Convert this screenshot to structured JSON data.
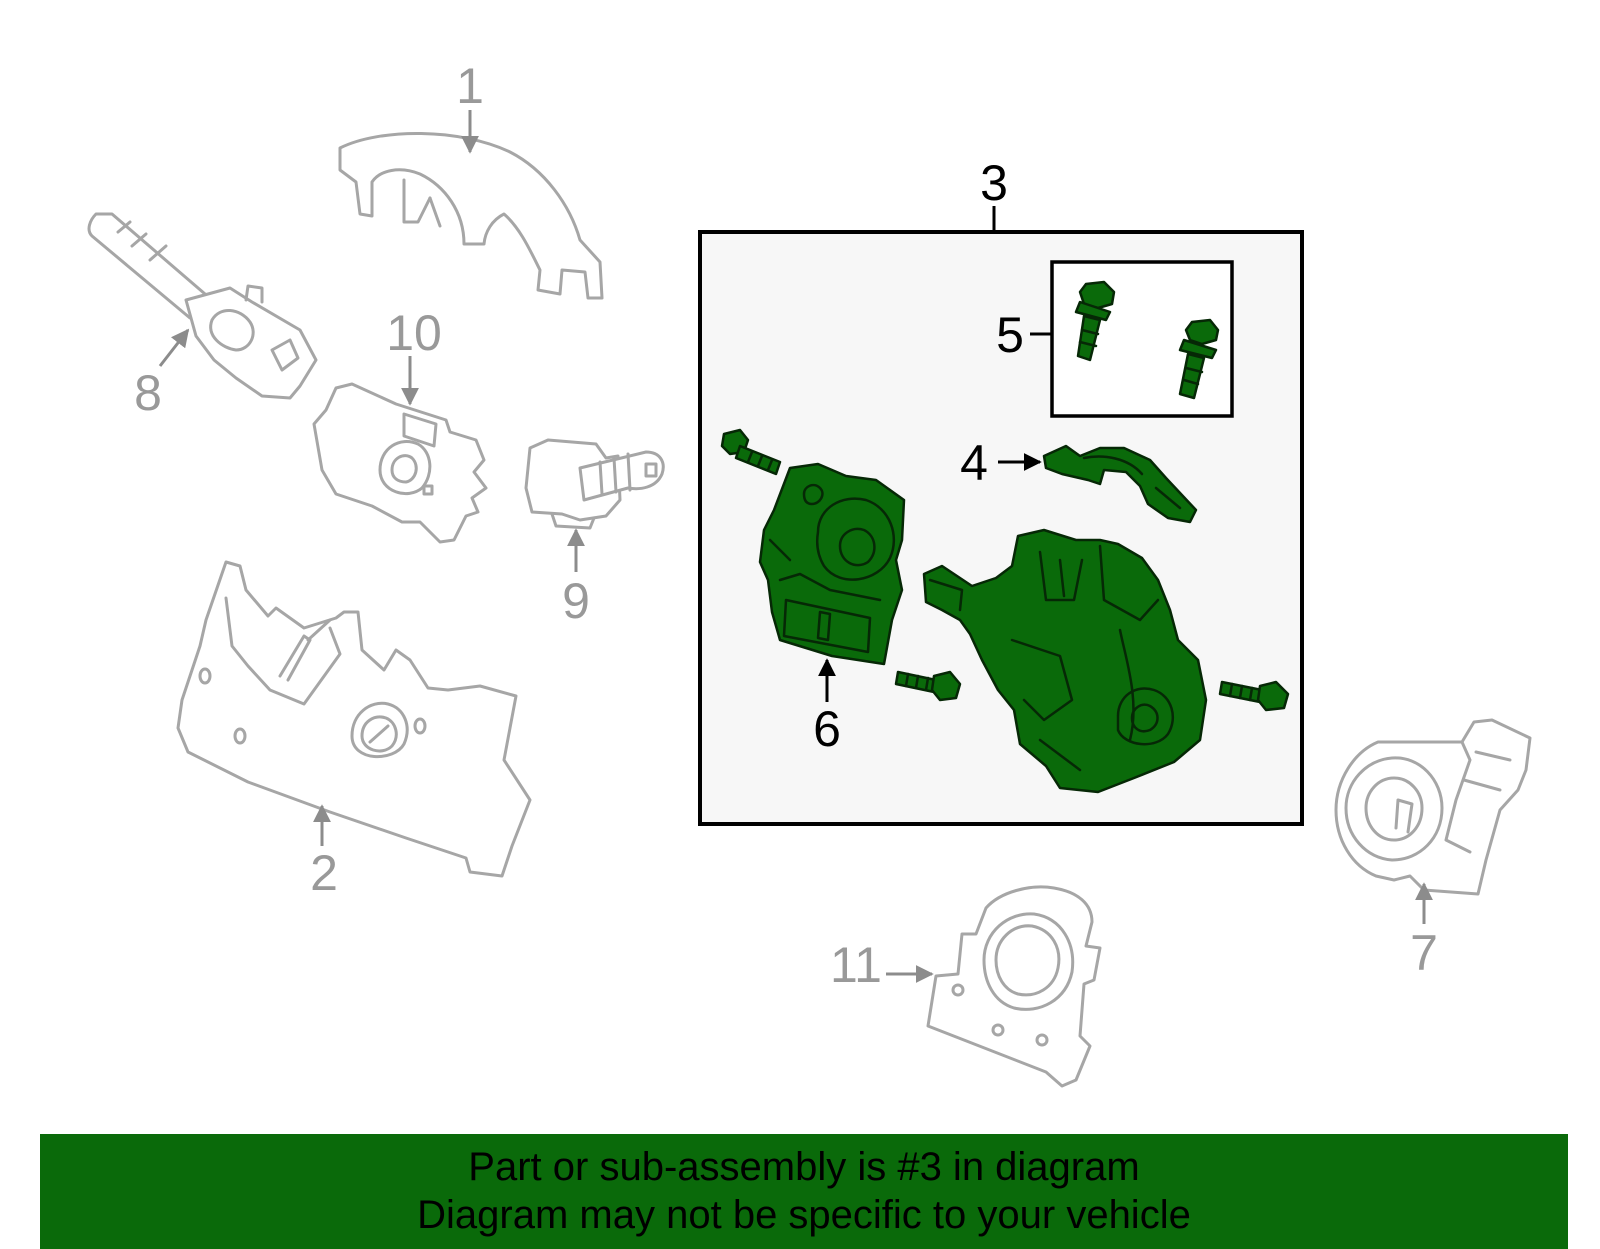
{
  "callouts": {
    "c1": "1",
    "c2": "2",
    "c3": "3",
    "c4": "4",
    "c5": "5",
    "c6": "6",
    "c7": "7",
    "c8": "8",
    "c9": "9",
    "c10": "10",
    "c11": "11"
  },
  "banner": {
    "line1": "Part or sub-assembly is #3 in diagram",
    "line2": "Diagram may not be specific to your vehicle"
  },
  "colors": {
    "highlight_green": "#0a6a0a",
    "ghost_grey": "#a6a6a6",
    "inset_fill": "#f7f7f7"
  },
  "highlighted_part": "3"
}
